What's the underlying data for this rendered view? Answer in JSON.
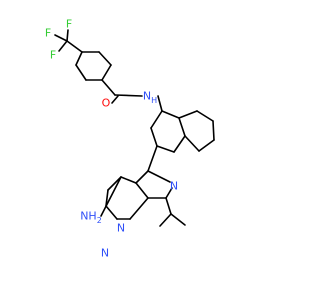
{
  "molecule": {
    "atoms": [
      {
        "id": "F1",
        "label": "F",
        "color": "#33cc33"
      },
      {
        "id": "F2",
        "label": "F",
        "color": "#33cc33"
      },
      {
        "id": "F3",
        "label": "F",
        "color": "#33cc33"
      },
      {
        "id": "O1",
        "label": "O",
        "color": "#ff0d0d"
      },
      {
        "id": "N1",
        "label": "N",
        "color": "#3050f8",
        "subscript": "H"
      },
      {
        "id": "N2",
        "label": "N",
        "color": "#3050f8"
      },
      {
        "id": "N3",
        "label": "N",
        "color": "#3050f8"
      },
      {
        "id": "N4",
        "label": "N",
        "color": "#3050f8"
      },
      {
        "id": "N5",
        "label": "NH",
        "color": "#3050f8",
        "subscript": "2"
      }
    ],
    "bond_color": "#000000"
  }
}
